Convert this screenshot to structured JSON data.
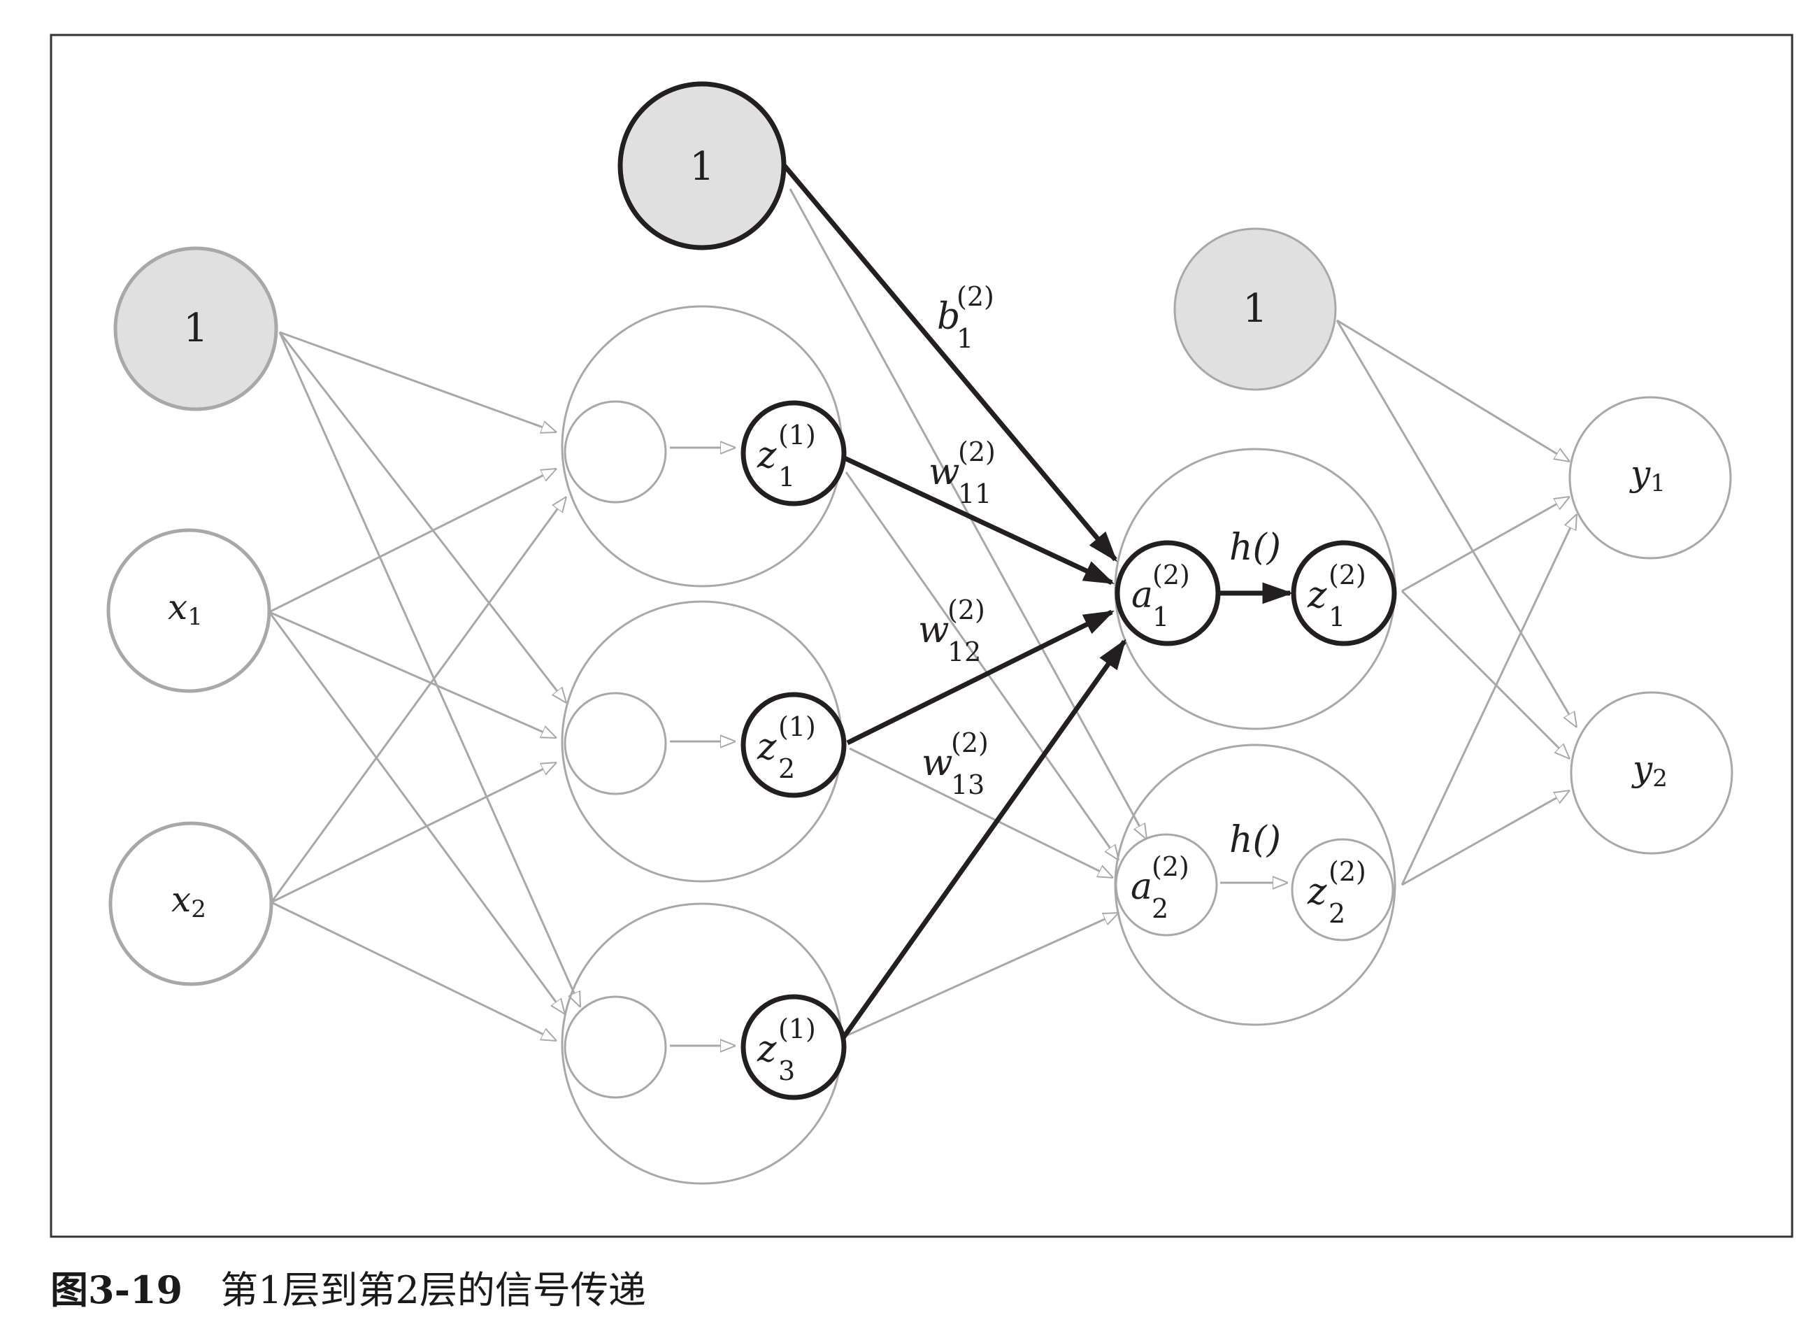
{
  "nodes": {
    "input_bias": "1",
    "x1": {
      "base": "x",
      "sub": "1"
    },
    "x2": {
      "base": "x",
      "sub": "2"
    },
    "hidden1_bias": "1",
    "hidden2_bias": "1",
    "z1_1": {
      "base": "z",
      "sub": "1",
      "sup": "(1)"
    },
    "z1_2": {
      "base": "z",
      "sub": "2",
      "sup": "(1)"
    },
    "z1_3": {
      "base": "z",
      "sub": "3",
      "sup": "(1)"
    },
    "a2_1": {
      "base": "a",
      "sub": "1",
      "sup": "(2)"
    },
    "a2_2": {
      "base": "a",
      "sub": "2",
      "sup": "(2)"
    },
    "z2_1": {
      "base": "z",
      "sub": "1",
      "sup": "(2)"
    },
    "z2_2": {
      "base": "z",
      "sub": "2",
      "sup": "(2)"
    },
    "y1": {
      "base": "y",
      "sub": "1"
    },
    "y2": {
      "base": "y",
      "sub": "2"
    }
  },
  "edge_labels": {
    "b1": {
      "base": "b",
      "sub": "1",
      "sup": "(2)"
    },
    "w11": {
      "base": "w",
      "sub": "11",
      "sup": "(2)"
    },
    "w12": {
      "base": "w",
      "sub": "12",
      "sup": "(2)"
    },
    "w13": {
      "base": "w",
      "sub": "13",
      "sup": "(2)"
    },
    "h1": "h()",
    "h2": "h()"
  },
  "caption": {
    "label": "图3-19",
    "text": "第1层到第2层的信号传递"
  },
  "colors": {
    "highlight": "#231f20",
    "faint": "#a8a8a8",
    "bias_fill": "#e0e0e0",
    "frame": "#333333"
  }
}
